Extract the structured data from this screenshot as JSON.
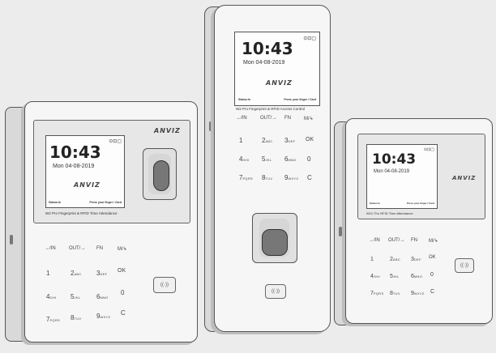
{
  "brand": "ANVIZ",
  "devices": [
    {
      "time": "10:43",
      "date": "Mon 04-08-2019",
      "status_left": "Status:In",
      "status_right": "Press your finger / Card",
      "model": "W2 Pro Fingerprint & RFID Time Attendance",
      "keys": [
        "→/IN",
        "OUT/→",
        "FN",
        "M/↳",
        "1",
        "2",
        "3",
        "OK",
        "4",
        "5",
        "6",
        "0",
        "7",
        "8",
        "9",
        "C"
      ],
      "key_subs": [
        "",
        "",
        "",
        "",
        "",
        "ABC",
        "DEF",
        "",
        "GHI",
        "JKL",
        "MNO",
        "",
        "PQRS",
        "TUV",
        "WXYZ",
        ""
      ],
      "rfid": "((·))"
    },
    {
      "time": "10:43",
      "date": "Mon 04-08-2019",
      "status_left": "Status:In",
      "status_right": "Press your finger / Card",
      "model": "W2 Pro Fingerprint & RFID Access Control",
      "keys": [
        "→/IN",
        "OUT/→",
        "FN",
        "M/↳",
        "1",
        "2",
        "3",
        "OK",
        "4",
        "5",
        "6",
        "0",
        "7",
        "8",
        "9",
        "C"
      ],
      "key_subs": [
        "",
        "",
        "",
        "",
        "",
        "ABC",
        "DEF",
        "",
        "GHI",
        "JKL",
        "MNO",
        "",
        "PQRS",
        "TUV",
        "WXYZ",
        ""
      ],
      "rfid": "((·))"
    },
    {
      "time": "10:43",
      "date": "Mon 04-08-2019",
      "status_left": "Status:In",
      "status_right": "Press your finger / Card",
      "model": "W1C Pro RFID Time Attendance",
      "keys": [
        "→/IN",
        "OUT/→",
        "FN",
        "M/↳",
        "1",
        "2",
        "3",
        "OK",
        "4",
        "5",
        "6",
        "0",
        "7",
        "8",
        "9",
        "C"
      ],
      "key_subs": [
        "",
        "",
        "",
        "",
        "",
        "ABC",
        "DEF",
        "",
        "GHI",
        "JKL",
        "MNO",
        "",
        "PQRS",
        "TUV",
        "WXYZ",
        ""
      ],
      "rfid": "((·))"
    }
  ],
  "status_icons": "⊙⊡▢"
}
